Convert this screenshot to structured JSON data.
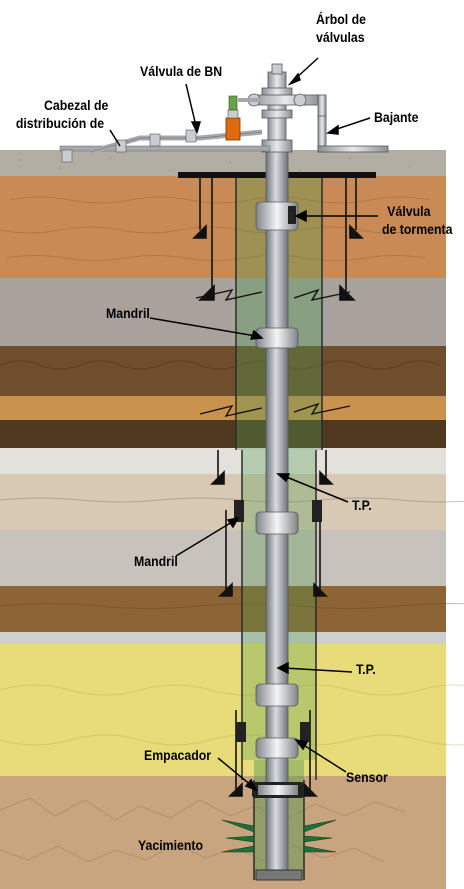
{
  "labels": {
    "arbol": [
      "Árbol de",
      "válvulas"
    ],
    "valvula_bn": "Válvula de BN",
    "cabezal": [
      "Cabezal de",
      "distribución de"
    ],
    "bajante": "Bajante",
    "tormenta": [
      "Válvula",
      "de tormenta"
    ],
    "mandril_1": "Mandril",
    "tp_1": "T.P.",
    "mandril_2": "Mandril",
    "tp_2": "T.P.",
    "empacador": "Empacador",
    "sensor": "Sensor",
    "yacimiento": "Yacimiento"
  },
  "colors": {
    "surface": "#b3aea3",
    "tubing": "#9aa0a6",
    "well_fill": "#5aa05a",
    "valve_orange": "#e06a10"
  }
}
